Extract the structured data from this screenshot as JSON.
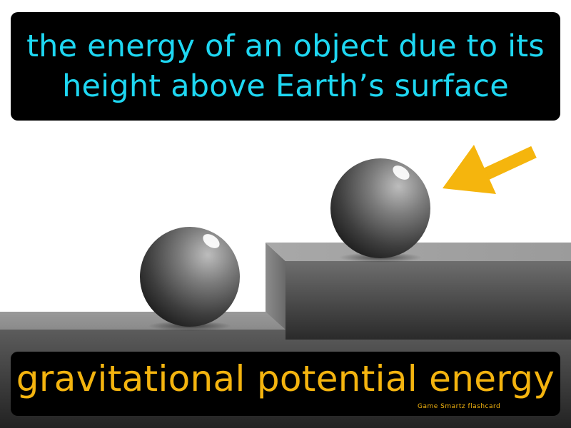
{
  "definition": {
    "text": "the energy of an object due to its height above Earth’s surface"
  },
  "term": {
    "text": "gravitational potential energy"
  },
  "brand": {
    "text": "Game Smartz flashcard"
  },
  "colors": {
    "definition_text": "#1ed7f2",
    "term_text": "#f4b40f",
    "arrow": "#f5b50d",
    "box_background": "#000000"
  },
  "icons": {
    "arrow": "arrow-icon",
    "ball_low": "sphere-icon",
    "ball_high": "sphere-icon"
  }
}
